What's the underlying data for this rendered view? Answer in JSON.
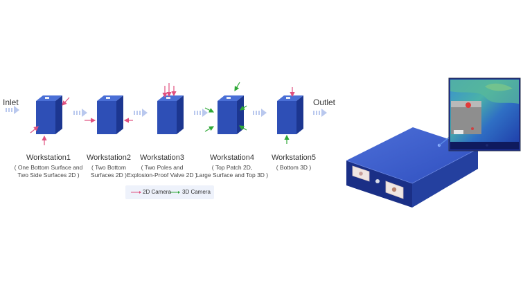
{
  "flow": {
    "inlet_label": "Inlet",
    "outlet_label": "Outlet"
  },
  "workstations": [
    {
      "title": "Workstation1",
      "desc_line1": "( One Bottom Surface and",
      "desc_line2": "Two Side Surfaces 2D )"
    },
    {
      "title": "Workstation2",
      "desc_line1": "( Two Bottom",
      "desc_line2": "Surfaces 2D )"
    },
    {
      "title": "Workstation3",
      "desc_line1": "( Two Poles and",
      "desc_line2": "Explosion-Proof Valve 2D )"
    },
    {
      "title": "Workstation4",
      "desc_line1": "( Top Patch 2D,",
      "desc_line2": "Large Surface and Top 3D )"
    },
    {
      "title": "Workstation5",
      "desc_line1": "( Bottom 3D )",
      "desc_line2": ""
    }
  ],
  "legend": {
    "camera_2d": "2D Camera",
    "camera_3d": "3D Camera",
    "color_2d": "#e0507f",
    "color_3d": "#2ea836"
  },
  "colors": {
    "battery_front": "#2e4fb6",
    "battery_side": "#1c3690",
    "battery_top": "#4a6fd6",
    "flow_arrow": "#b9c8ee"
  }
}
